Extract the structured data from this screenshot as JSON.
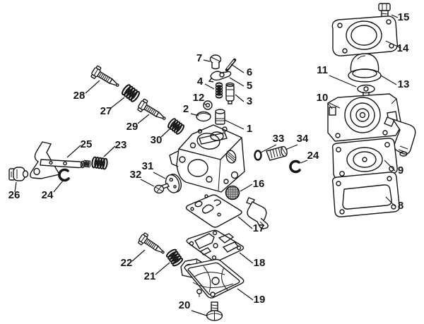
{
  "diagram": {
    "type": "exploded-parts-diagram",
    "subject": "carburetor assembly",
    "background_color": "#ffffff",
    "line_color": "#161616",
    "label_font_size": 15
  },
  "callouts": [
    {
      "number": "1",
      "part": "cylinder-plug"
    },
    {
      "number": "2",
      "part": "disc-washer"
    },
    {
      "number": "3",
      "part": "inlet-valve"
    },
    {
      "number": "4",
      "part": "spring"
    },
    {
      "number": "5",
      "part": "metering-lever"
    },
    {
      "number": "6",
      "part": "lever-pin"
    },
    {
      "number": "7",
      "part": "screw"
    },
    {
      "number": "8",
      "part": "gasket"
    },
    {
      "number": "9",
      "part": "pump-diaphragm"
    },
    {
      "number": "10",
      "part": "pump-housing"
    },
    {
      "number": "11",
      "part": "valve-grommet"
    },
    {
      "number": "12",
      "part": "cap"
    },
    {
      "number": "13",
      "part": "primer-bulb"
    },
    {
      "number": "14",
      "part": "primer-cover"
    },
    {
      "number": "15",
      "part": "bolt"
    },
    {
      "number": "16",
      "part": "strainer-screen"
    },
    {
      "number": "17",
      "part": "gasket"
    },
    {
      "number": "18",
      "part": "metering-diaphragm"
    },
    {
      "number": "19",
      "part": "end-cover"
    },
    {
      "number": "20",
      "part": "screw"
    },
    {
      "number": "21",
      "part": "spring"
    },
    {
      "number": "22",
      "part": "screw"
    },
    {
      "number": "23",
      "part": "spring"
    },
    {
      "number": "24",
      "part": "c-clip-left"
    },
    {
      "number": "24",
      "part": "c-clip-right"
    },
    {
      "number": "25",
      "part": "throttle-shaft-lever"
    },
    {
      "number": "26",
      "part": "cap-nut"
    },
    {
      "number": "27",
      "part": "spring"
    },
    {
      "number": "28",
      "part": "adjustment-screw"
    },
    {
      "number": "29",
      "part": "adjustment-screw"
    },
    {
      "number": "30",
      "part": "spring"
    },
    {
      "number": "31",
      "part": "throttle-plate-disc"
    },
    {
      "number": "32",
      "part": "screw"
    },
    {
      "number": "33",
      "part": "o-ring"
    },
    {
      "number": "34",
      "part": "plug-screw"
    }
  ]
}
